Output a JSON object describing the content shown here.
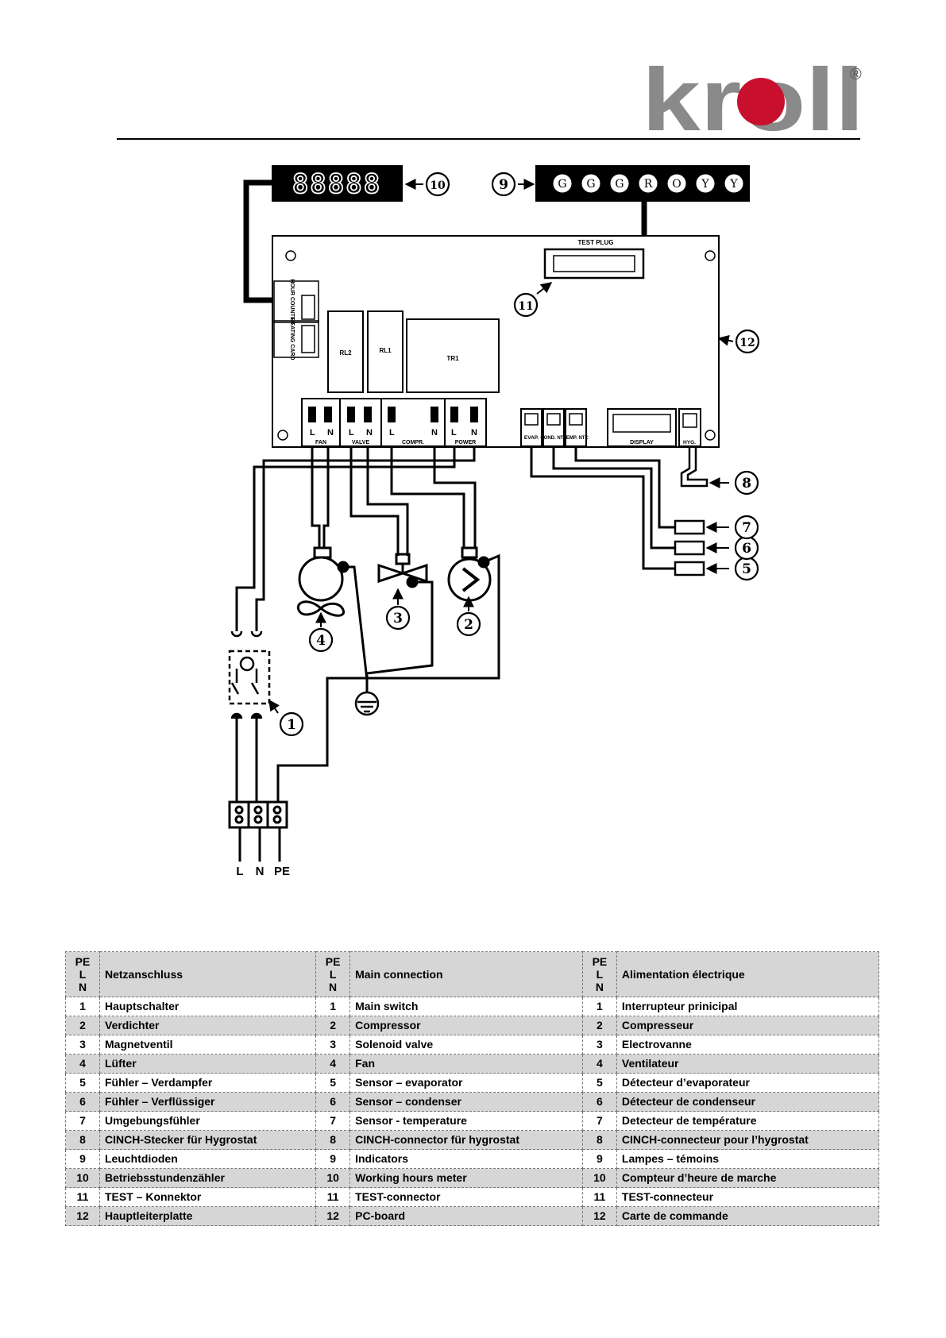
{
  "header": {
    "logo_text": "kroll",
    "logo_mark": "®"
  },
  "colors": {
    "logo_grey": "#8a8a8a",
    "logo_red": "#c8102e",
    "row_shade": "#d6d6d6"
  },
  "diagram": {
    "hour_counter_display": "88888",
    "indicator_leds": [
      "G",
      "G",
      "G",
      "R",
      "O",
      "Y",
      "Y"
    ],
    "board_labels": {
      "test_plug": "TEST PLUG",
      "hour_counter": "HOUR COUNTER",
      "heating_card": "HEATING CARD",
      "rl2": "RL2",
      "rl1": "RL1",
      "tr1": "TR1",
      "fan": "FAN",
      "valve": "VALVE",
      "compr": "COMPR.",
      "power": "POWER",
      "evap": "EVAP.",
      "cond_ntc": "COND. NTC",
      "temp_ntc": "TEMP. NTC",
      "display": "DISPLAY",
      "hyg": "HYG."
    },
    "terminal_letters": {
      "l": "L",
      "n": "N"
    },
    "callouts": [
      "1",
      "2",
      "3",
      "4",
      "5",
      "6",
      "7",
      "8",
      "9",
      "10",
      "11",
      "12"
    ],
    "supply_labels": [
      "L",
      "N",
      "PE"
    ]
  },
  "legend": {
    "header": {
      "pln": [
        "PE",
        "L",
        "N"
      ],
      "de": "Netzanschluss",
      "en": "Main connection",
      "fr": "Alimentation électrique"
    },
    "rows": [
      {
        "n": "1",
        "de": "Hauptschalter",
        "en": "Main switch",
        "fr": "Interrupteur prinicipal"
      },
      {
        "n": "2",
        "de": "Verdichter",
        "en": "Compressor",
        "fr": "Compresseur"
      },
      {
        "n": "3",
        "de": "Magnetventil",
        "en": "Solenoid valve",
        "fr": "Electrovanne"
      },
      {
        "n": "4",
        "de": "Lüfter",
        "en": "Fan",
        "fr": "Ventilateur"
      },
      {
        "n": "5",
        "de": "Fühler – Verdampfer",
        "en": "Sensor – evaporator",
        "fr": "Détecteur d’evaporateur"
      },
      {
        "n": "6",
        "de": "Fühler – Verflüssiger",
        "en": "Sensor – condenser",
        "fr": "Détecteur de condenseur"
      },
      {
        "n": "7",
        "de": "Umgebungsfühler",
        "en": "Sensor - temperature",
        "fr": "Detecteur de température"
      },
      {
        "n": "8",
        "de": "CINCH-Stecker für Hygrostat",
        "en": "CINCH-connector für hygrostat",
        "fr": "CINCH-connecteur pour l’hygrostat"
      },
      {
        "n": "9",
        "de": "Leuchtdioden",
        "en": "Indicators",
        "fr": "Lampes – témoins"
      },
      {
        "n": "10",
        "de": "Betriebsstundenzähler",
        "en": "Working hours meter",
        "fr": "Compteur d’heure de marche"
      },
      {
        "n": "11",
        "de": "TEST – Konnektor",
        "en": "TEST-connector",
        "fr": "TEST-connecteur"
      },
      {
        "n": "12",
        "de": "Hauptleiterplatte",
        "en": "PC-board",
        "fr": "Carte de commande"
      }
    ]
  }
}
